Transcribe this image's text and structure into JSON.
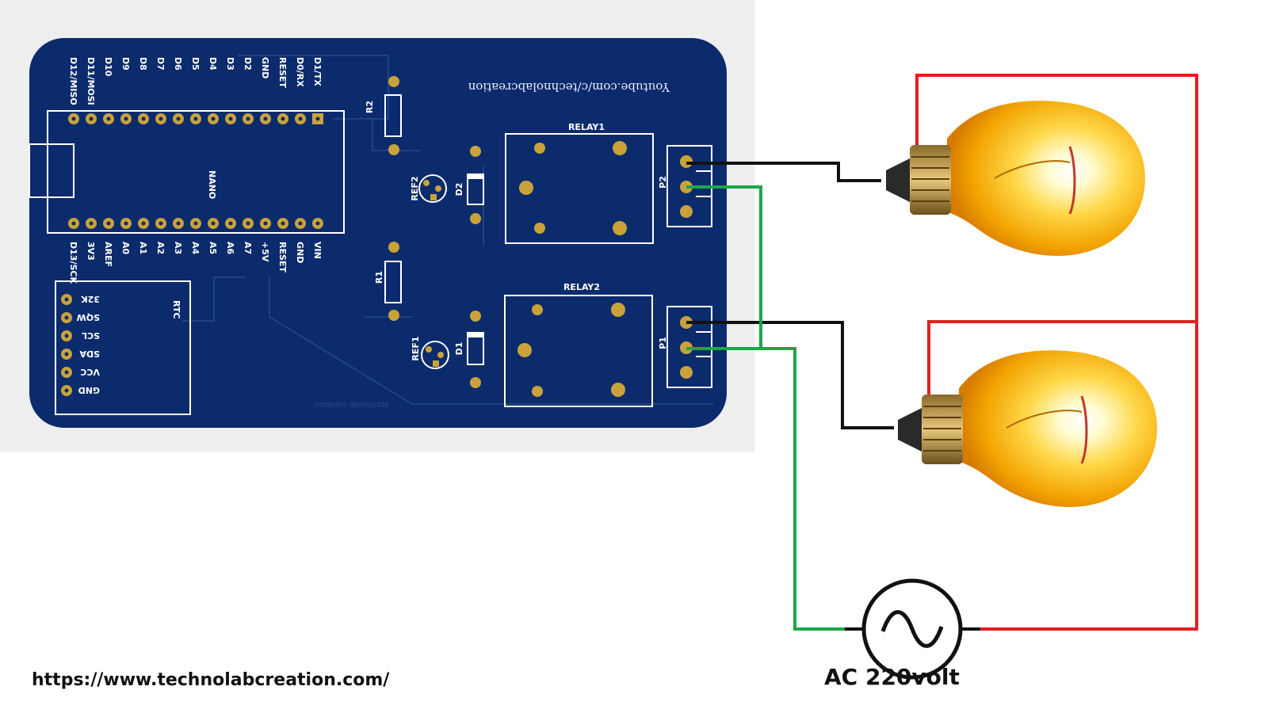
{
  "pcb": {
    "youtube_url": "Youtube.com/c/technolabcreation",
    "watermark": "technolab creation",
    "module_label": "NANO",
    "rtc_label": "RTC",
    "top_pins": [
      "D12/MISO",
      "D11/MOSI",
      "D10",
      "D9",
      "D8",
      "D7",
      "D6",
      "D5",
      "D4",
      "D3",
      "D2",
      "GND",
      "RESET",
      "D0/RX",
      "D1/TX"
    ],
    "bottom_pins": [
      "D13/SCK",
      "3V3",
      "AREF",
      "A0",
      "A1",
      "A2",
      "A3",
      "A4",
      "A5",
      "A6",
      "A7",
      "+5V",
      "RESET",
      "GND",
      "VIN"
    ],
    "rtc_pins": [
      "32K",
      "SQW",
      "SCL",
      "SDA",
      "VCC",
      "GND"
    ],
    "relay1": "RELAY1",
    "relay2": "RELAY2",
    "r1": "R1",
    "r2": "R2",
    "d1": "D1",
    "d2": "D2",
    "ref1": "REF1",
    "ref2": "REF2",
    "p1": "P1",
    "p2": "P2"
  },
  "footer": {
    "url": "https://www.technolabcreation.com/",
    "ac_label": "AC 220volt"
  },
  "colors": {
    "board": "#0c2b6c",
    "pad": "#c9a23a",
    "live_wire": "#e02020",
    "neutral_wire": "#1aa848",
    "control_wire": "#111111"
  }
}
